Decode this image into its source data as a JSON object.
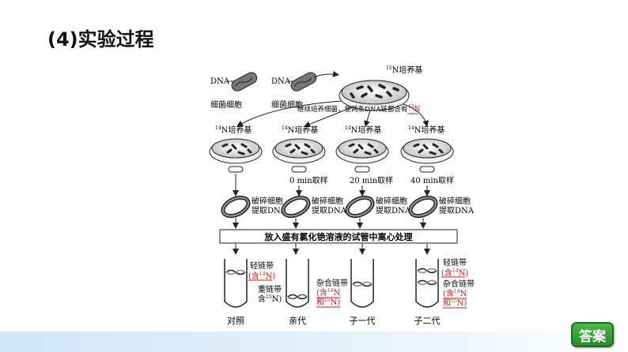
{
  "section": {
    "title": "(4)实验过程"
  },
  "diagram": {
    "dna_label": "DNA",
    "bacteria_label": "细菌细胞",
    "top_medium": {
      "sup": "15",
      "text": "N培养基"
    },
    "transfer_text_a": "继续培养细菌，使两条DNA链都含有",
    "transfer_text_b": {
      "sup": "15",
      "text": "N"
    },
    "dish_medium": {
      "sup": "14",
      "text": "N培养基"
    },
    "samples": [
      "0 min取样",
      "20 min取样",
      "40 min取样"
    ],
    "break_label_line1": "破碎细胞",
    "break_label_line2": "提取DNA",
    "centrifuge_box": "放入盛有氯化铯溶液的试管中离心处理",
    "band_light": "轻链带",
    "band_heavy": "重链带",
    "band_hybrid": "杂合链带",
    "label_contain": "含",
    "label_and": "和",
    "n14_sup": "14",
    "n15_sup": "15",
    "n_letter": "N",
    "open_paren": "(",
    "close_paren": ")",
    "tube_labels": [
      "对照",
      "亲代",
      "子一代",
      "子二代"
    ]
  },
  "answer_button": "答案",
  "colors": {
    "red_label": "#d01818",
    "band_bg": "#cfe6f8",
    "button_green": "#2f9a31"
  }
}
